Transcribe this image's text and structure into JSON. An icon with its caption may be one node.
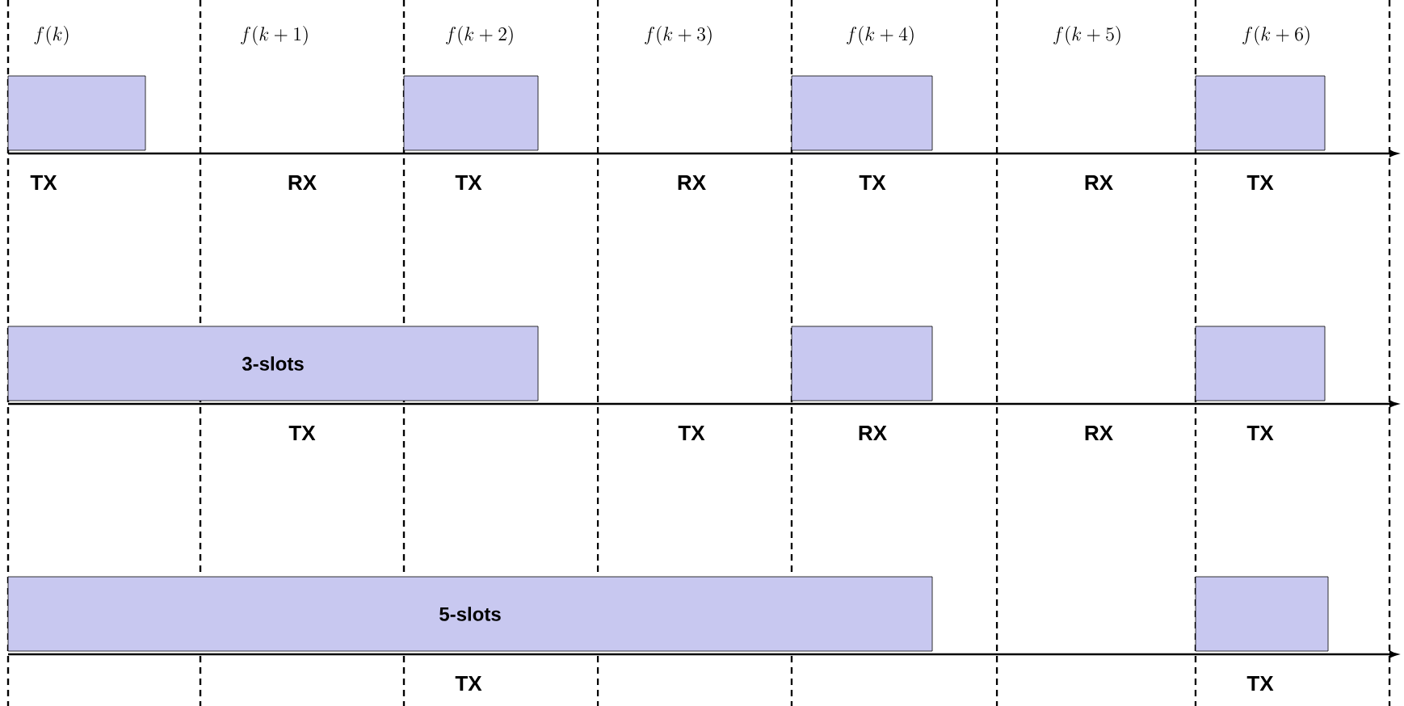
{
  "diagram": {
    "nodes": [
      {
        "text": [],
        "shape": "bar"
      },
      {
        "text": [],
        "shape": "bar"
      },
      {
        "text": [],
        "shape": "bar"
      },
      {
        "text": [],
        "shape": "bar"
      },
      {
        "text": [
          "3-slots"
        ]
      },
      {
        "text": [],
        "shape": "bar"
      },
      {
        "text": [],
        "shape": "bar"
      },
      {
        "text": [
          "5-slots"
        ]
      },
      {
        "text": [],
        "shape": "bar"
      }
    ],
    "labels": [
      "f(k)",
      "f(k+1)",
      "f(k+2)",
      "f(k+3)",
      "f(k+4)",
      "f(k+5)",
      "f(k+6)",
      "TX",
      "RX",
      "TX",
      "RX",
      "TX",
      "RX",
      "TX",
      "TX",
      "TX",
      "RX",
      "RX",
      "TX",
      "TX",
      "TX"
    ]
  }
}
